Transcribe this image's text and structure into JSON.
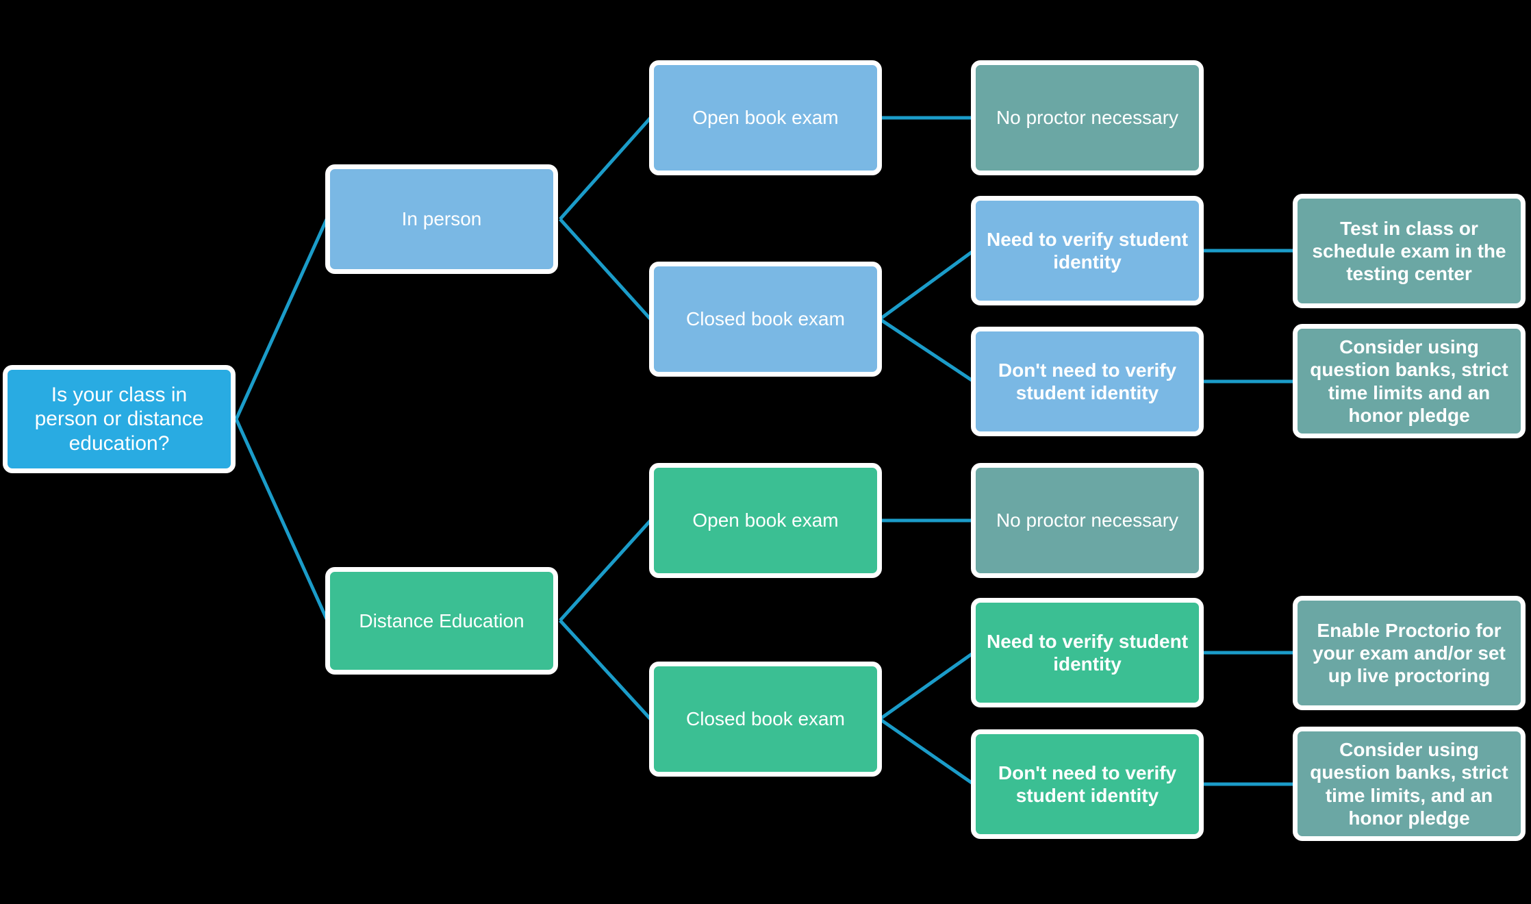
{
  "diagram": {
    "title": "Exam proctoring decision flowchart",
    "background_color": "#000000",
    "edge_color": "#1B9CC9",
    "node_border_color": "#FFFFFF",
    "palette": {
      "root_blue": "#29ABE2",
      "light_blue": "#7AB8E4",
      "green": "#3BBF93",
      "teal": "#6BA7A4"
    }
  },
  "nodes": {
    "root": {
      "text": "Is your class in person or distance education?",
      "color": "#29ABE2"
    },
    "in_person": {
      "text": "In person",
      "color": "#7AB8E4"
    },
    "distance_education": {
      "text": "Distance Education",
      "color": "#3BBF93"
    },
    "ip_open_book": {
      "text": "Open book exam",
      "color": "#7AB8E4"
    },
    "ip_closed_book": {
      "text": "Closed book exam",
      "color": "#7AB8E4"
    },
    "ip_no_proctor": {
      "text": "No proctor necessary",
      "color": "#6BA7A4"
    },
    "ip_need_verify": {
      "text": "Need to verify student identity",
      "color": "#7AB8E4"
    },
    "ip_dont_need_verify": {
      "text": "Don't need to verify student identity",
      "color": "#7AB8E4"
    },
    "ip_test_in_class": {
      "text": "Test in class or schedule exam in the testing center",
      "color": "#6BA7A4"
    },
    "ip_question_banks": {
      "text": "Consider using question banks, strict time limits and an honor pledge",
      "color": "#6BA7A4"
    },
    "de_open_book": {
      "text": "Open book exam",
      "color": "#3BBF93"
    },
    "de_closed_book": {
      "text": "Closed book exam",
      "color": "#3BBF93"
    },
    "de_no_proctor": {
      "text": "No proctor necessary",
      "color": "#6BA7A4"
    },
    "de_need_verify": {
      "text": "Need to verify student identity",
      "color": "#3BBF93"
    },
    "de_dont_need_verify": {
      "text": "Don't need to verify student identity",
      "color": "#3BBF93"
    },
    "de_proctorio": {
      "text": "Enable Proctorio for your exam and/or set up live proctoring",
      "color": "#6BA7A4"
    },
    "de_question_banks": {
      "text": "Consider using question banks, strict time limits, and an honor pledge",
      "color": "#6BA7A4"
    }
  }
}
